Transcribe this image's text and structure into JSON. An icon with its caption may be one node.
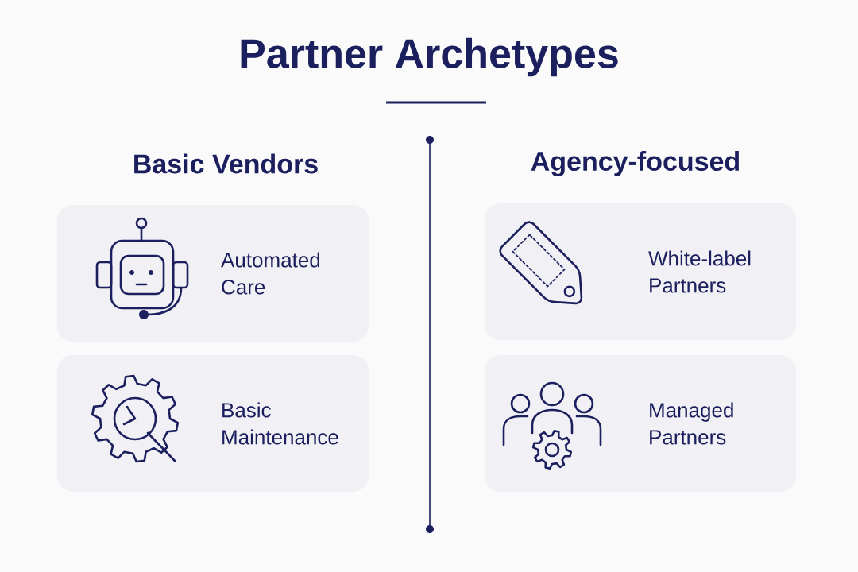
{
  "diagram": {
    "title": "Partner Archetypes",
    "nodes": [
      {
        "text": [
          "Automated Care"
        ]
      },
      {
        "text": [
          "Basic Maintenance"
        ]
      },
      {
        "text": [
          "White-label Partners"
        ]
      },
      {
        "text": [
          "Managed Partners"
        ]
      }
    ],
    "labels": [
      "Basic Vendors",
      "Agency-focused"
    ]
  }
}
